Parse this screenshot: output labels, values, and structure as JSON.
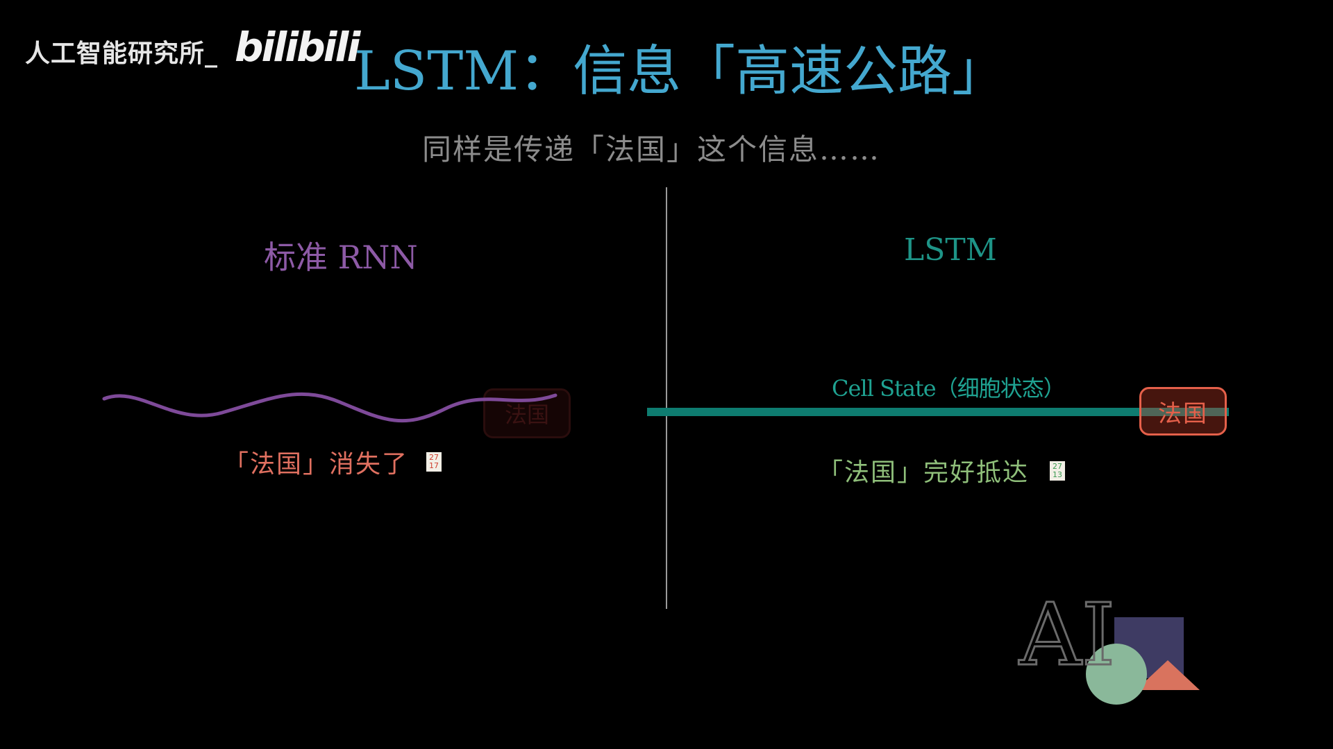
{
  "header": {
    "brand": "人工智能研究所_",
    "logo_text": "bilibili",
    "title": "LSTM：信息「高速公路」"
  },
  "subtitle": "同样是传递「法国」这个信息……",
  "left_panel": {
    "heading": "标准 RNN",
    "faded_tag": "法国",
    "result": "「法国」消失了",
    "stamp": "27 17"
  },
  "right_panel": {
    "heading": "LSTM",
    "cell_state_label": "Cell State（细胞状态）",
    "tag": "法国",
    "result": "「法国」完好抵达",
    "stamp": "27 13"
  },
  "ai_logo": {
    "text": "AI"
  },
  "colors": {
    "title": "#44a8cf",
    "rnn": "#8d5aa6",
    "lstm": "#1e9487",
    "alert": "#e5604a",
    "success": "#8fbf7a"
  },
  "icons": [
    "wave-icon",
    "ai-logo-icon",
    "stamp-icon"
  ]
}
